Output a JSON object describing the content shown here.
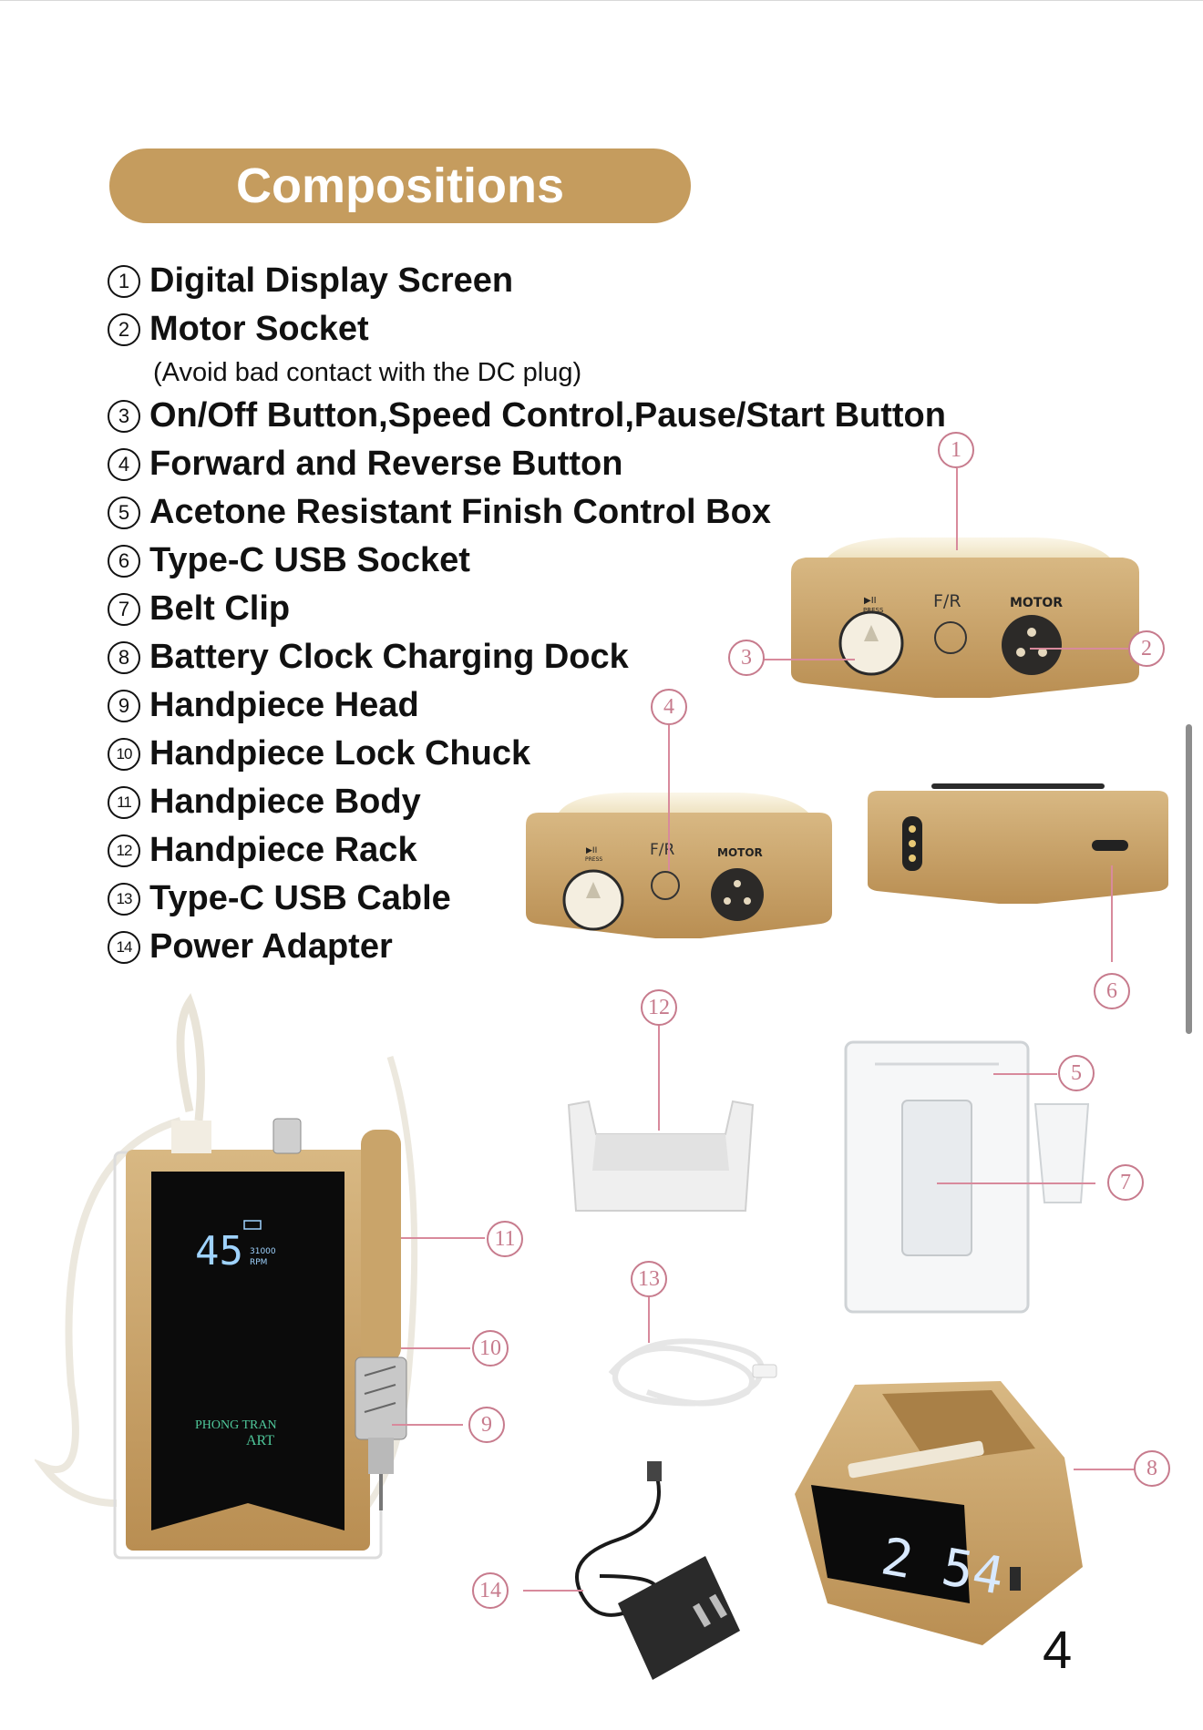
{
  "title": "Compositions",
  "items": [
    {
      "num": "1",
      "label": "Digital Display Screen"
    },
    {
      "num": "2",
      "label": "Motor Socket"
    },
    {
      "num": "3",
      "label": "On/Off Button,Speed Control,Pause/Start Button"
    },
    {
      "num": "4",
      "label": "Forward and Reverse Button"
    },
    {
      "num": "5",
      "label": "Acetone Resistant Finish Control Box"
    },
    {
      "num": "6",
      "label": "Type-C USB Socket"
    },
    {
      "num": "7",
      "label": "Belt Clip"
    },
    {
      "num": "8",
      "label": "Battery Clock Charging Dock"
    },
    {
      "num": "9",
      "label": "Handpiece Head"
    },
    {
      "num": "10",
      "label": "Handpiece Lock Chuck"
    },
    {
      "num": "11",
      "label": "Handpiece Body"
    },
    {
      "num": "12",
      "label": "Handpiece Rack"
    },
    {
      "num": "13",
      "label": "Type-C USB Cable"
    },
    {
      "num": "14",
      "label": "Power Adapter"
    }
  ],
  "motor_socket_note": "(Avoid bad contact with the DC plug)",
  "callouts": {
    "c1": "1",
    "c2": "2",
    "c3": "3",
    "c4": "4",
    "c5": "5",
    "c6": "6",
    "c7": "7",
    "c8": "8",
    "c9": "9",
    "c10": "10",
    "c11": "11",
    "c12": "12",
    "c13": "13",
    "c14": "14"
  },
  "device_labels": {
    "fr": "F/R",
    "motor": "MOTOR",
    "press": "PRESS",
    "rpm_value": "45",
    "rpm_max": "31000",
    "rpm_unit": "RPM",
    "brand_line1": "PHONG TRAN",
    "brand_line2": "ART",
    "clock_time": "2 54"
  },
  "page_number": "4",
  "colors": {
    "accent_gold": "#c59c5e",
    "device_gold": "#c9a46a",
    "callout_pink": "#c77b8d",
    "screen_black": "#0b0b0b",
    "display_blue": "#9fd3ff"
  }
}
